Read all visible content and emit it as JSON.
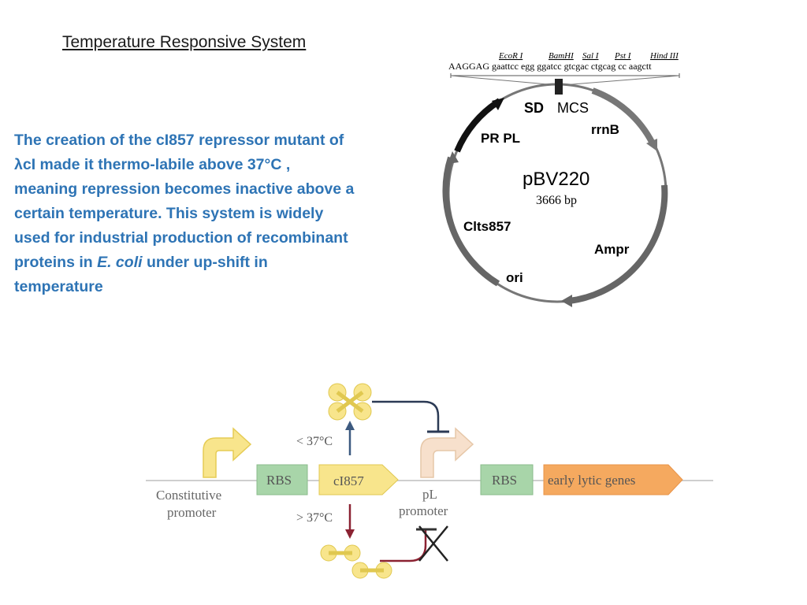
{
  "title": "Temperature Responsive System",
  "body": {
    "line1": "The creation of the cI857 repressor mutant of",
    "line2": "λcI made it thermo-labile above 37°C ,",
    "line3": "meaning repression becomes inactive above a",
    "line4": "certain temperature. This system is widely",
    "line5": "used for industrial production of recombinant",
    "line6_pre": "proteins in ",
    "line6_em": "E. coli",
    "line6_post": " under up-shift in",
    "line7": "temperature"
  },
  "plasmid": {
    "sites": {
      "ecori": "EcoR I",
      "bamhi": "BamHI",
      "sali": "Sal I",
      "psti": "Pst I",
      "hindiii": "Hind III"
    },
    "sequence": "AAGGAG gaattcc egg ggatcc gtcgac ctgcag cc aagctt",
    "sd": "SD",
    "mcs": "MCS",
    "prpl": "PR PL",
    "rrnb": "rrnB",
    "name": "pBV220",
    "size": "3666 bp",
    "clts": "Clts857",
    "ampr": "Ampr",
    "ori": "ori"
  },
  "circuit": {
    "constitutive": "Constitutive",
    "promoter": "promoter",
    "rbs1": "RBS",
    "ci857": "cI857",
    "below": "< 37°C",
    "above": "> 37°C",
    "pl": "pL",
    "pl_promoter": "promoter",
    "rbs2": "RBS",
    "lytic": "early lytic genes"
  },
  "colors": {
    "body_text": "#2e74b5",
    "gene_fill": "#f8e58c",
    "rbs_fill": "#a8d5a9",
    "lytic_fill": "#f5a95f"
  }
}
